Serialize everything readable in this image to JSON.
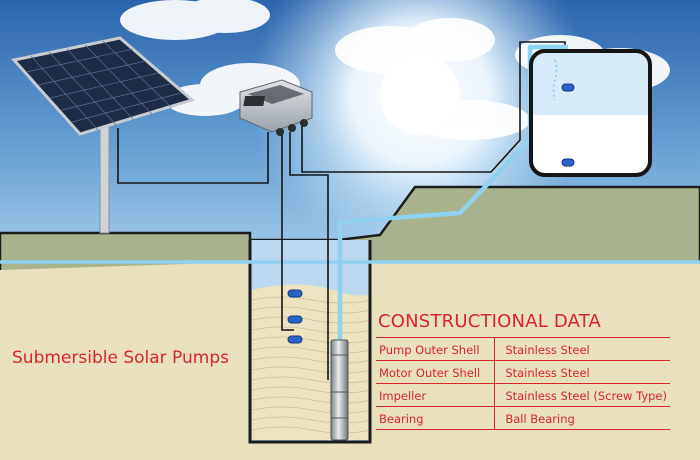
{
  "product_label": "Submersible Solar Pumps",
  "spec_title": "CONSTRUCTIONAL DATA",
  "specs": [
    {
      "component": "Pump Outer Shell",
      "material": "Stainless Steel"
    },
    {
      "component": "Motor Outer Shell",
      "material": "Stainless Steel"
    },
    {
      "component": "Impeller",
      "material": "Stainless Steel (Screw Type)"
    },
    {
      "component": "Bearing",
      "material": "Ball Bearing"
    }
  ],
  "colors": {
    "text_accent": "#d8262c",
    "sky_top": "#2f6fb8",
    "ground": "#e9e0bd",
    "ground_band": "#a8b38e",
    "pipe": "#8fd2f0"
  }
}
